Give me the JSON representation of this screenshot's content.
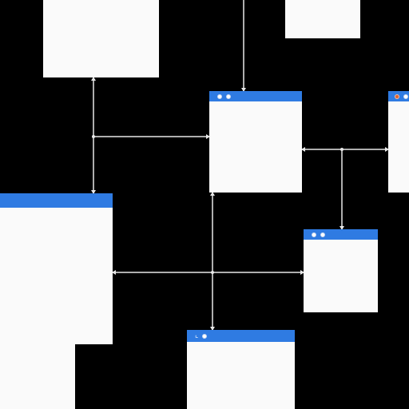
{
  "colors": {
    "background": "#000000",
    "window_body": "#fafafa",
    "titlebar_accent": "#2f7be2",
    "connector": "#e8e8e8"
  },
  "windows": [
    {
      "id": "window-top-left",
      "titlebar": false,
      "icons": []
    },
    {
      "id": "window-top-right",
      "titlebar": false,
      "icons": []
    },
    {
      "id": "window-center",
      "titlebar": true,
      "icons": [
        "window-control-icon",
        "window-control-icon"
      ]
    },
    {
      "id": "window-far-right",
      "titlebar": true,
      "icons": [
        "window-close-icon",
        "window-control-icon"
      ]
    },
    {
      "id": "window-large-left",
      "titlebar": true,
      "icons": []
    },
    {
      "id": "window-mid-right",
      "titlebar": true,
      "icons": [
        "window-control-icon",
        "window-control-icon"
      ]
    },
    {
      "id": "window-bottom-center",
      "titlebar": true,
      "icons": [
        "cursor-icon",
        "window-control-icon"
      ]
    }
  ],
  "connectors": [
    "top-left-to-large-left",
    "branch-to-center",
    "top-to-center",
    "center-to-bottom",
    "center-to-far-right",
    "branch-to-mid-right",
    "large-left-to-mid-right"
  ]
}
